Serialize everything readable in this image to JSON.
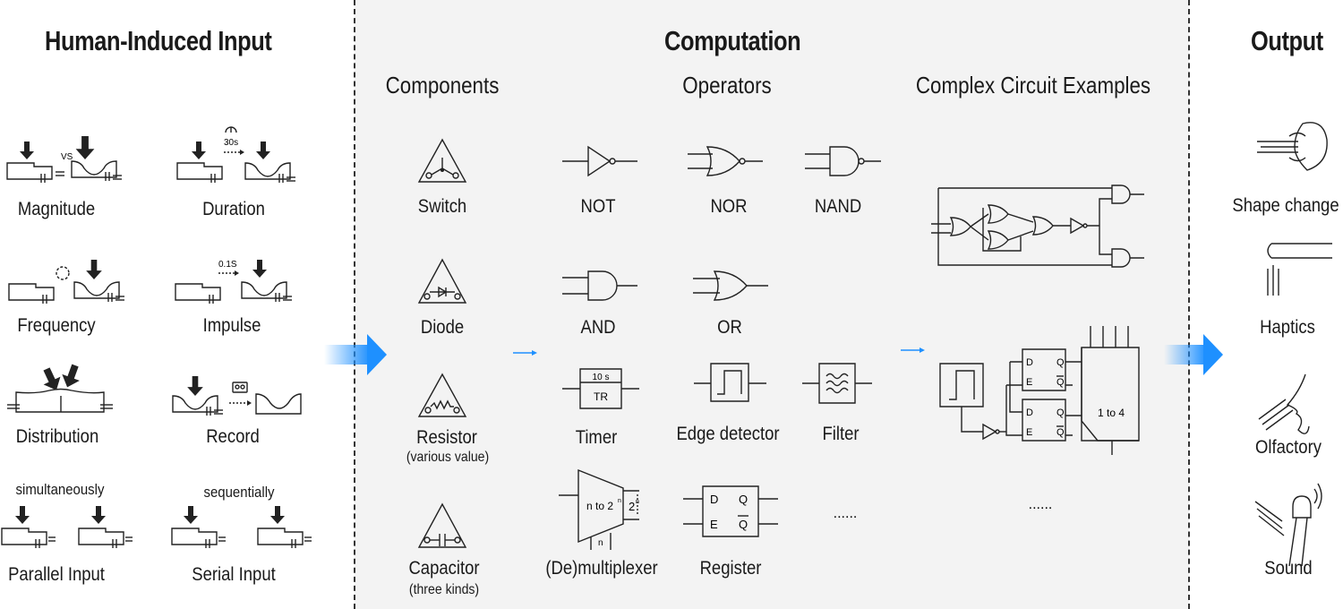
{
  "input": {
    "title": "Human-Induced Input",
    "items": [
      {
        "label": "Magnitude",
        "note": "VS"
      },
      {
        "label": "Duration",
        "note": "30s"
      },
      {
        "label": "Frequency"
      },
      {
        "label": "Impulse",
        "note": "0.1S"
      },
      {
        "label": "Distribution"
      },
      {
        "label": "Record"
      },
      {
        "label": "Parallel Input",
        "note": "simultaneously"
      },
      {
        "label": "Serial Input",
        "note": "sequentially"
      }
    ]
  },
  "computation": {
    "title": "Computation",
    "components_title": "Components",
    "operators_title": "Operators",
    "complex_title": "Complex Circuit Examples",
    "components": [
      {
        "label": "Switch"
      },
      {
        "label": "Diode"
      },
      {
        "label": "Resistor",
        "sub": "(various value)"
      },
      {
        "label": "Capacitor",
        "sub": "(three kinds)"
      }
    ],
    "operators": {
      "not": "NOT",
      "nor": "NOR",
      "nand": "NAND",
      "and": "AND",
      "or": "OR",
      "timer": "Timer",
      "timer_top": "10 s",
      "timer_box": "TR",
      "edge": "Edge detector",
      "filter": "Filter",
      "demux": "(De)multiplexer",
      "demux_box": "n to 2",
      "demux_sup": "n",
      "demux_out": "2",
      "demux_out_sup": "n",
      "demux_n": "n",
      "register": "Register",
      "reg_d": "D",
      "reg_q": "Q",
      "reg_e": "E",
      "reg_qbar": "Q",
      "ellipsis": "......"
    },
    "complex": {
      "mux_label": "1 to 4",
      "ff_d": "D",
      "ff_q": "Q",
      "ff_e": "E",
      "ff_qbar": "Q",
      "ellipsis": "......"
    }
  },
  "output": {
    "title": "Output",
    "items": [
      {
        "label": "Shape change"
      },
      {
        "label": "Haptics"
      },
      {
        "label": "Olfactory"
      },
      {
        "label": "Sound"
      }
    ]
  },
  "colors": {
    "accent_blue": "#1e90ff",
    "panel_gray": "#f3f3f3",
    "ink": "#222222"
  }
}
